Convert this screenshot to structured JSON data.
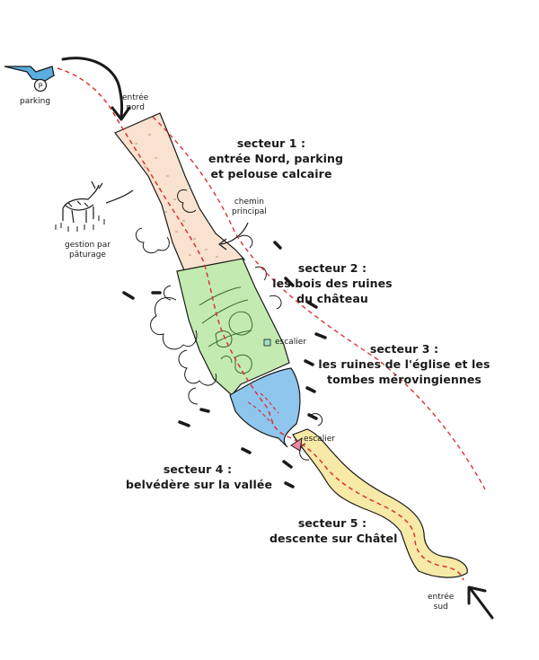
{
  "labels": {
    "parking": "parking",
    "parking_symbol": "P",
    "entree_nord": [
      "entrée",
      "nord"
    ],
    "entree_sud": [
      "entrée",
      "sud"
    ],
    "chemin_principal": [
      "chemin",
      "principal"
    ],
    "gestion": [
      "gestion par",
      "pâturage"
    ],
    "escalier_1": "escalier",
    "escalier_2": "escalier"
  },
  "sectors": [
    {
      "id": "secteur-1",
      "lines": [
        "secteur 1 :",
        "entrée Nord, parking",
        "et pelouse calcaire"
      ],
      "color": "#f9e2cf"
    },
    {
      "id": "secteur-2",
      "lines": [
        "secteur 2 :",
        "les bois des ruines",
        "du château"
      ],
      "color": "#c3eab0"
    },
    {
      "id": "secteur-3",
      "lines": [
        "secteur 3 :",
        "les ruines de l'église et les",
        "tombes mérovingiennes"
      ],
      "color": ""
    },
    {
      "id": "secteur-4",
      "lines": [
        "secteur 4 :",
        "belvédère sur la vallée"
      ],
      "color": "#8ec6ee"
    },
    {
      "id": "secteur-5",
      "lines": [
        "secteur 5 :",
        "descente sur Châtel"
      ],
      "color": "#f7e9a6"
    }
  ],
  "colors": {
    "path": "#d93434",
    "water": "#5aaee0",
    "ink": "#1a1a1a",
    "stair_marker": "#e88aa0",
    "stair_marker_green": "#9fe0c8"
  }
}
